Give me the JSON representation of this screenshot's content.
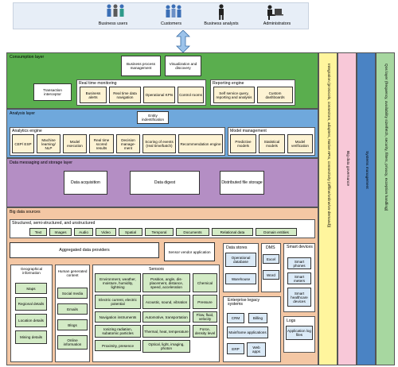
{
  "users": [
    "Business users",
    "Customers",
    "Business analysts",
    "Administrators"
  ],
  "side_layers": [
    "Integration (protocols, connectors, adapters, Native APIs, connectivity (offline/online/on-demand))",
    "Big data governance",
    "Systems management",
    "Qos layer (frequency, availability size/fetch, security, filters, privacy, exception handling)"
  ],
  "consumption": {
    "title": "Consumption layer",
    "bpm": "Business process management",
    "viz": "Visualization and discovery",
    "txn": "Transaction interceptor",
    "rtm_title": "Real time monitoring",
    "rtm": [
      "Business alerts",
      "Real time data navigation",
      "Operational KPIs",
      "Control rooms"
    ],
    "rep_title": "Reporting engine",
    "rep": [
      "Self service query, reporting and analysis",
      "Custom dashboards"
    ]
  },
  "analysis": {
    "title": "Analysis layer",
    "entity": "Entity indentification",
    "engine_title": "Analytics engine",
    "engine": [
      "CEP/ ESP",
      "Machine learning/ NLP",
      "Model execution",
      "Real time scored results",
      "Decision manage-ment",
      "Scoring of events (real time/batch)",
      "Recommendation engine"
    ],
    "model_title": "Model management",
    "model": [
      "Predictive models",
      "Statistical models",
      "Model verification"
    ]
  },
  "messaging": {
    "title": "Data messaging and storage layer",
    "items": [
      "Data acquisition",
      "Data digest",
      "Distributed file storage"
    ]
  },
  "sources": {
    "title": "Big data sources",
    "structured_title": "Structured, semi-structured, and unstructured",
    "structured": [
      "Text",
      "Images",
      "Audio",
      "Video",
      "Spatial",
      "Temporal",
      "Documents",
      "Relational data",
      "Domain entities"
    ],
    "aggregated": "Aggregated data providers",
    "sensor_vendor": "Sensor vendor application",
    "geo_title": "Geographical information",
    "geo": [
      "Maps",
      "Regional details",
      "Location details",
      "Mining details"
    ],
    "human_title": "Human generated content",
    "human": [
      "Social media",
      "Emails",
      "Blogs",
      "Online information"
    ],
    "sensors_title": "Sensors",
    "sensors": [
      "Environment, weather, moisture, humidity, lightning",
      "Position, angle, dis-placement, distance, speed, acceleration",
      "Chemical",
      "Electric current, electric potential",
      "Acoustic, sound, vibration",
      "Pressure",
      "Navigation instruments",
      "Automotive, transportation",
      "Flow, fluid, velocity",
      "Ionizing radiation, subatomic particles",
      "Thermal, heat, temperature",
      "Force, density level",
      "Proximity, presence",
      "Optical, light, imaging, photon"
    ],
    "stores_title": "Data stores",
    "stores": [
      "Operational database",
      "Warehouse"
    ],
    "dms_title": "DMS",
    "dms": [
      "Excel",
      "Word"
    ],
    "smart_title": "Smart devices",
    "smart": [
      "Smart phones",
      "Smart meters",
      "Smart healthcare devices"
    ],
    "legacy_title": "Enterprise legacy systems",
    "legacy": [
      "CRM",
      "Billing",
      "Mainframe applications",
      "ERP",
      "Web apps"
    ],
    "logs_title": "Logs",
    "logs": [
      "Application log files"
    ]
  },
  "colors": {
    "consumption": "#5aae4e",
    "analysis": "#6fa8dc",
    "messaging": "#b48ec4",
    "sources": "#f4c7a4",
    "integration": "#fff59d",
    "governance": "#f8c8d8",
    "systems": "#4a83c4",
    "qos": "#a7d7a0"
  }
}
